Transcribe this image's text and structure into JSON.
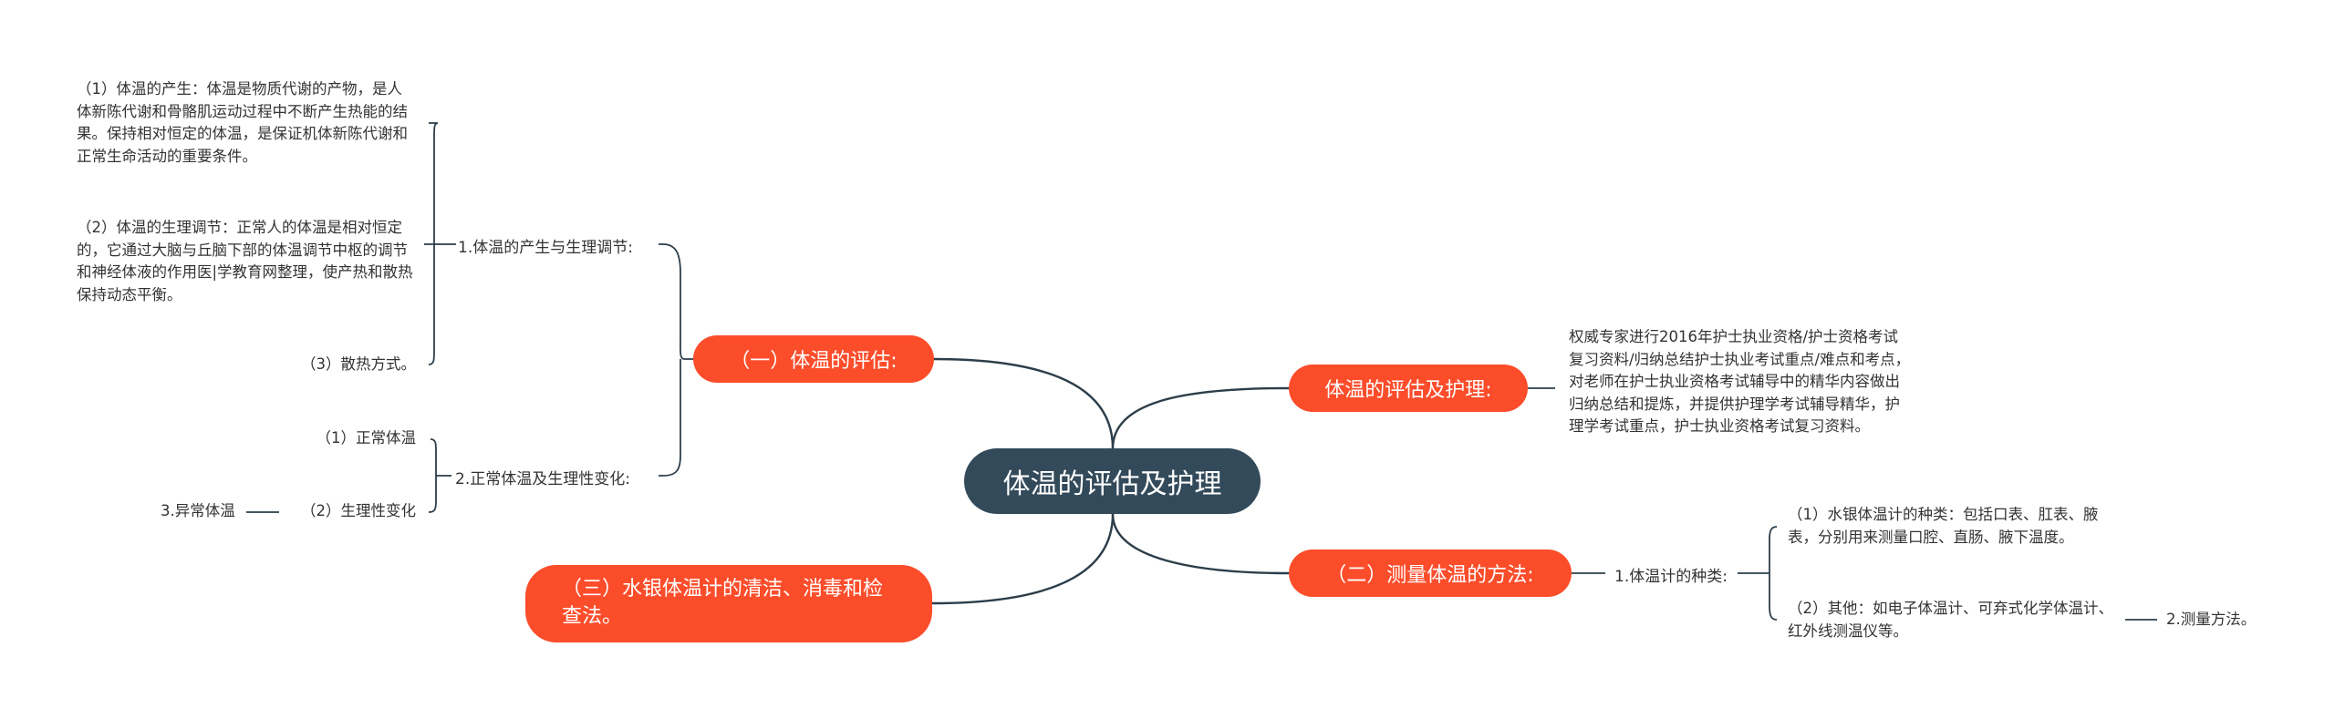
{
  "root": "体温的评估及护理",
  "branches": {
    "b1": "（一）体温的评估:",
    "b2": "体温的评估及护理:",
    "b3": "（二）测量体温的方法:",
    "b4": "（三）水银体温计的清洁、消毒和检查法。"
  },
  "b1_children": {
    "s1": "1.体温的产生与生理调节:",
    "s1_leaves": [
      "（1）体温的产生：体温是物质代谢的产物，是人体新陈代谢和骨骼肌运动过程中不断产生热能的结果。保持相对恒定的体温，是保证机体新陈代谢和正常生命活动的重要条件。",
      "（2）体温的生理调节：正常人的体温是相对恒定的，它通过大脑与丘脑下部的体温调节中枢的调节和神经体液的作用医|学教育网整理，使产热和散热保持动态平衡。",
      "（3）散热方式。"
    ],
    "s2": "2.正常体温及生理性变化:",
    "s2_leaves": [
      "（1）正常体温",
      "（2）生理性变化"
    ],
    "s2_leaf2_child": "3.异常体温"
  },
  "b2_child": "权威专家进行2016年护士执业资格/护士资格考试复习资料/归纳总结护士执业考试重点/难点和考点，对老师在护士执业资格考试辅导中的精华内容做出归纳总结和提炼，并提供护理学考试辅导精华，护理学考试重点，护士执业资格考试复习资料。",
  "b3_children": {
    "s1": "1.体温计的种类:",
    "s1_leaves": [
      "（1）水银体温计的种类：包括口表、肛表、腋表，分别用来测量口腔、直肠、腋下温度。",
      "（2）其他：如电子体温计、可弃式化学体温计、红外线测温仪等。"
    ],
    "s1_leaf2_child": "2.测量方法。"
  },
  "colors": {
    "root": "#334a5a",
    "main": "#fc4d2b",
    "line": "#2d3e4a"
  }
}
